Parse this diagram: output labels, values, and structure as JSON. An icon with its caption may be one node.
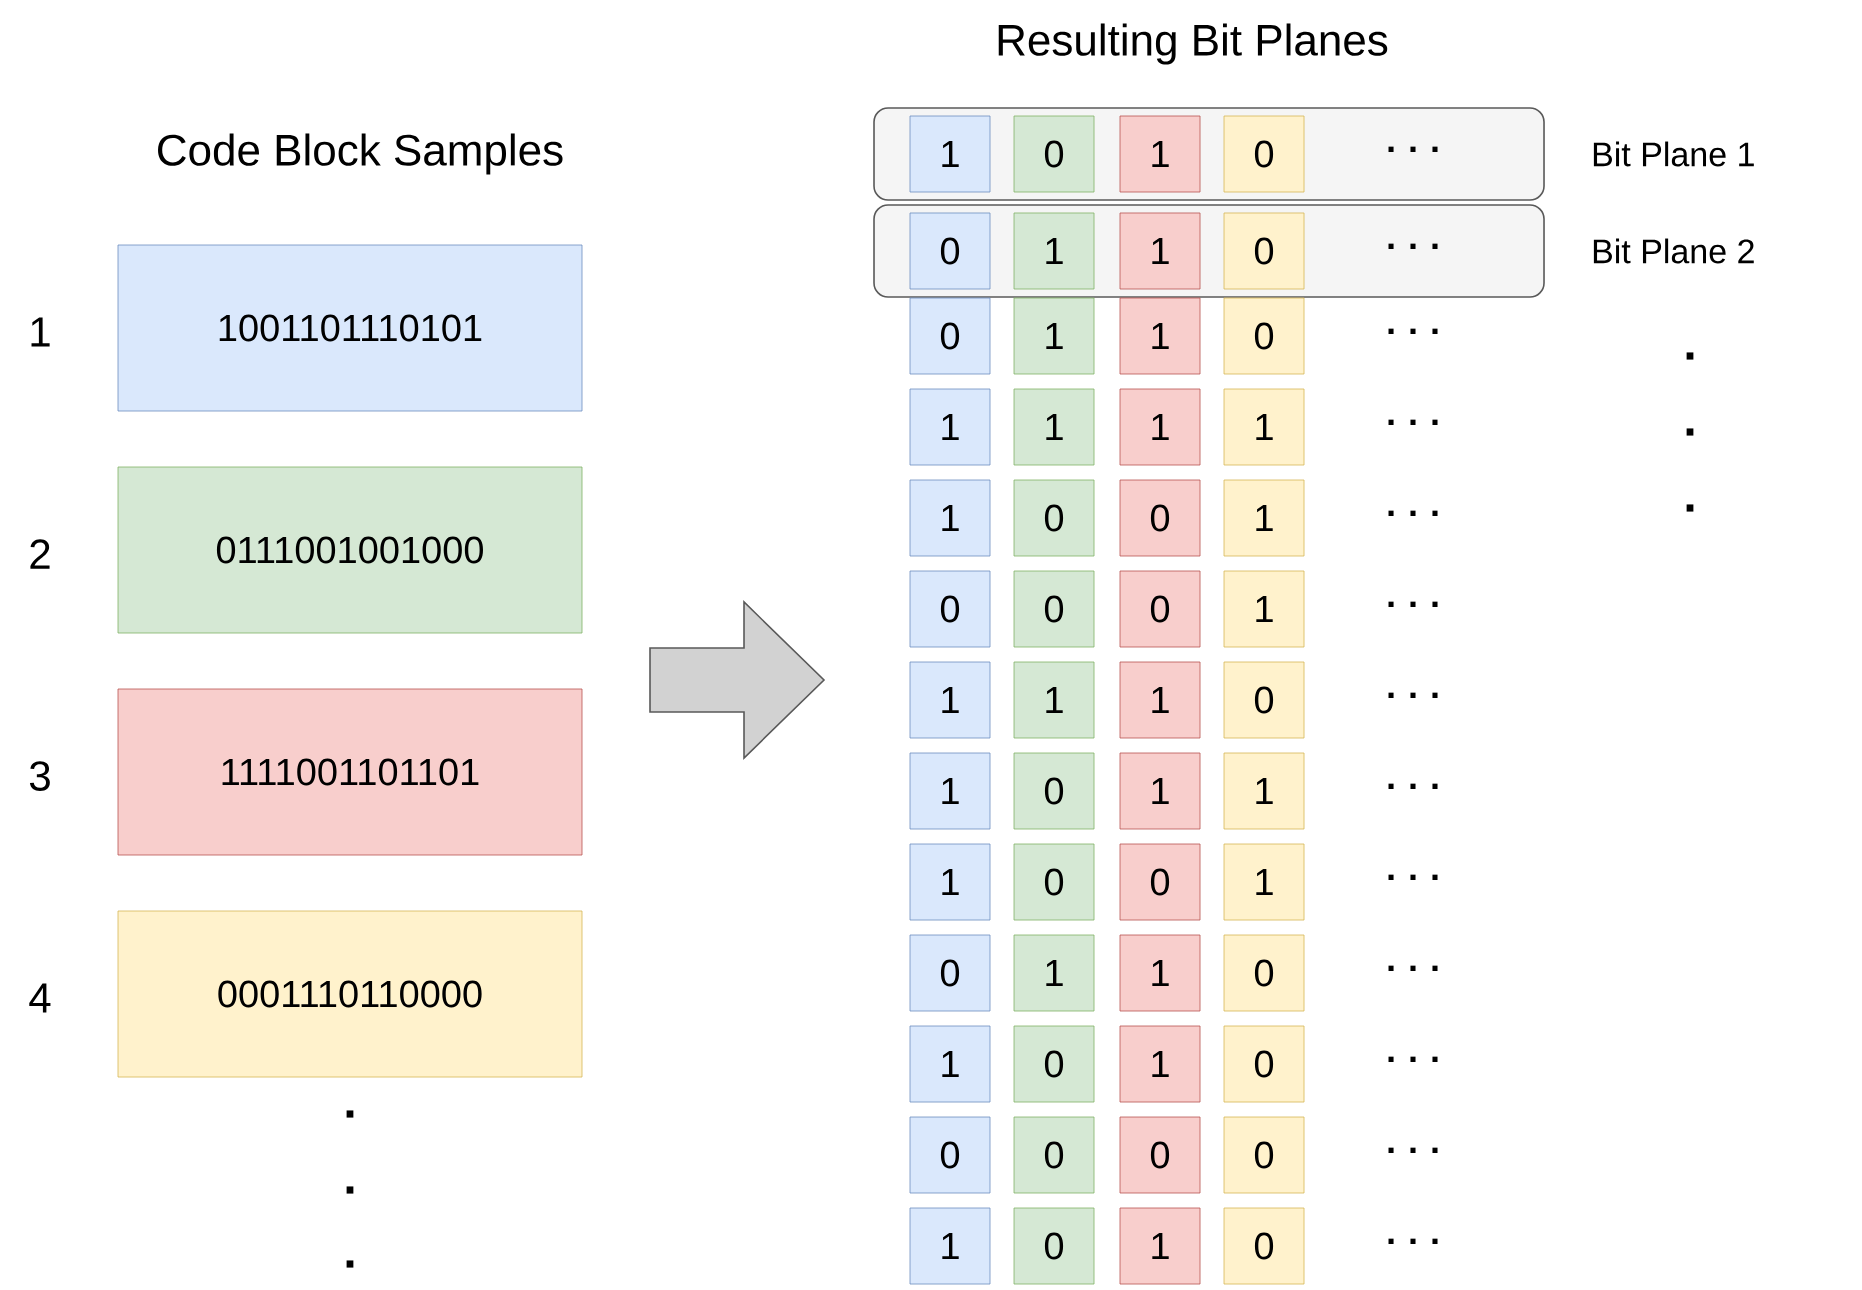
{
  "diagram": {
    "nodes": [
      {
        "text": [
          "1001101110101"
        ]
      },
      {
        "text": [
          "0111001001000"
        ]
      },
      {
        "text": [
          "1111001101101"
        ]
      },
      {
        "text": [
          "0001110110000"
        ]
      },
      {
        "text": [
          "Bit Plane 1"
        ]
      },
      {
        "text": [
          "1"
        ],
        "in": 4
      },
      {
        "text": [
          "0"
        ],
        "in": 4
      },
      {
        "text": [
          "1"
        ],
        "in": 4
      },
      {
        "text": [
          "0"
        ],
        "in": 4
      },
      {
        "text": [
          "Bit Plane 2"
        ]
      },
      {
        "text": [
          "0"
        ],
        "in": 9
      },
      {
        "text": [
          "1"
        ],
        "in": 9
      },
      {
        "text": [
          "1"
        ],
        "in": 9
      },
      {
        "text": [
          "0"
        ],
        "in": 9
      },
      {
        "text": [
          "0"
        ]
      },
      {
        "text": [
          "1"
        ]
      },
      {
        "text": [
          "1"
        ]
      },
      {
        "text": [
          "0"
        ]
      },
      {
        "text": [
          "1"
        ]
      },
      {
        "text": [
          "1"
        ]
      },
      {
        "text": [
          "1"
        ]
      },
      {
        "text": [
          "1"
        ]
      },
      {
        "text": [
          "1"
        ]
      },
      {
        "text": [
          "0"
        ]
      },
      {
        "text": [
          "0"
        ]
      },
      {
        "text": [
          "1"
        ]
      },
      {
        "text": [
          "0"
        ]
      },
      {
        "text": [
          "0"
        ]
      },
      {
        "text": [
          "0"
        ]
      },
      {
        "text": [
          "1"
        ]
      },
      {
        "text": [
          "1"
        ]
      },
      {
        "text": [
          "1"
        ]
      },
      {
        "text": [
          "1"
        ]
      },
      {
        "text": [
          "0"
        ]
      },
      {
        "text": [
          "1"
        ]
      },
      {
        "text": [
          "0"
        ]
      },
      {
        "text": [
          "1"
        ]
      },
      {
        "text": [
          "1"
        ]
      },
      {
        "text": [
          "1"
        ]
      },
      {
        "text": [
          "0"
        ]
      },
      {
        "text": [
          "0"
        ]
      },
      {
        "text": [
          "1"
        ]
      },
      {
        "text": [
          "0"
        ]
      },
      {
        "text": [
          "1"
        ]
      },
      {
        "text": [
          "1"
        ]
      },
      {
        "text": [
          "0"
        ]
      },
      {
        "text": [
          "1"
        ]
      },
      {
        "text": [
          "0"
        ]
      },
      {
        "text": [
          "1"
        ]
      },
      {
        "text": [
          "0"
        ]
      },
      {
        "text": [
          "0"
        ]
      },
      {
        "text": [
          "0"
        ]
      },
      {
        "text": [
          "0"
        ]
      },
      {
        "text": [
          "0"
        ]
      },
      {
        "text": [
          "1"
        ]
      },
      {
        "text": [
          "0"
        ]
      },
      {
        "text": [
          "1"
        ]
      },
      {
        "text": [
          "0"
        ]
      }
    ],
    "labels": [
      "Code Block Samples",
      "Resulting Bit Planes",
      "1",
      "2",
      "3",
      "4",
      ".",
      ".",
      ".",
      "· · ·",
      "· · ·",
      "· · ·",
      "· · ·",
      "· · ·",
      "· · ·",
      "· · ·",
      "· · ·",
      "· · ·",
      "· · ·",
      "· · ·",
      "· · ·",
      "· · ·",
      ".",
      ".",
      "."
    ]
  }
}
